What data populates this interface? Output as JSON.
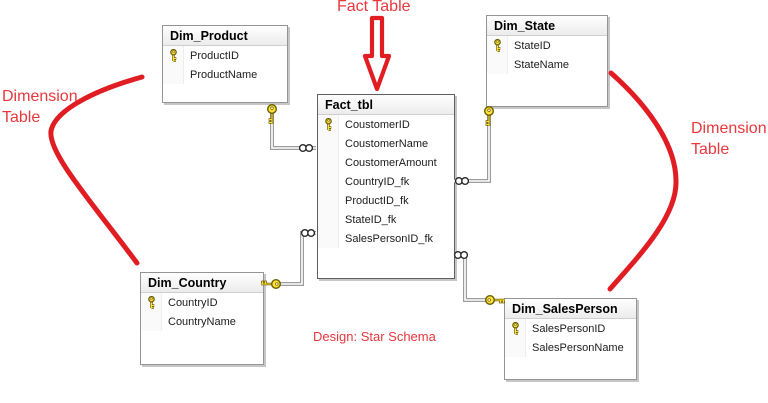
{
  "diagram": {
    "design_label": "Design: Star Schema",
    "fact_table_label": "Fact Table",
    "dimension_label_line1": "Dimension",
    "dimension_label_line2": "Table"
  },
  "annotations": {
    "text_color": "#e8383d",
    "draw_color": "#e01d22"
  },
  "colors": {
    "table_border": "#949494",
    "table_shadow": "#c6c6c6",
    "connector_line": "#9c9c9c",
    "key_gold": "#ffe13a",
    "key_outline": "#6b5e00"
  },
  "tables": [
    {
      "title": "Fact_tbl",
      "columns": [
        {
          "name": "CoustomerID",
          "key": true
        },
        {
          "name": "CoustomerName"
        },
        {
          "name": "CoustomerAmount"
        },
        {
          "name": "CountryID_fk"
        },
        {
          "name": "ProductID_fk"
        },
        {
          "name": "StateID_fk"
        },
        {
          "name": "SalesPersonID_fk"
        }
      ]
    },
    {
      "title": "Dim_Product",
      "columns": [
        {
          "name": "ProductID",
          "key": true
        },
        {
          "name": "ProductName"
        }
      ]
    },
    {
      "title": "Dim_State",
      "columns": [
        {
          "name": "StateID",
          "key": true
        },
        {
          "name": "StateName"
        }
      ]
    },
    {
      "title": "Dim_Country",
      "columns": [
        {
          "name": "CountryID",
          "key": true
        },
        {
          "name": "CountryName"
        }
      ]
    },
    {
      "title": "Dim_SalesPerson",
      "columns": [
        {
          "name": "SalesPersonID",
          "key": true
        },
        {
          "name": "SalesPersonName"
        }
      ]
    }
  ],
  "relationships": [
    {
      "one_side": "Dim_Product",
      "many_side": "Fact_tbl",
      "one_symbol": "key",
      "many_symbol": "infinity"
    },
    {
      "one_side": "Dim_State",
      "many_side": "Fact_tbl",
      "one_symbol": "key",
      "many_symbol": "infinity"
    },
    {
      "one_side": "Dim_Country",
      "many_side": "Fact_tbl",
      "one_symbol": "key",
      "many_symbol": "infinity"
    },
    {
      "one_side": "Dim_SalesPerson",
      "many_side": "Fact_tbl",
      "one_symbol": "key",
      "many_symbol": "infinity"
    }
  ]
}
